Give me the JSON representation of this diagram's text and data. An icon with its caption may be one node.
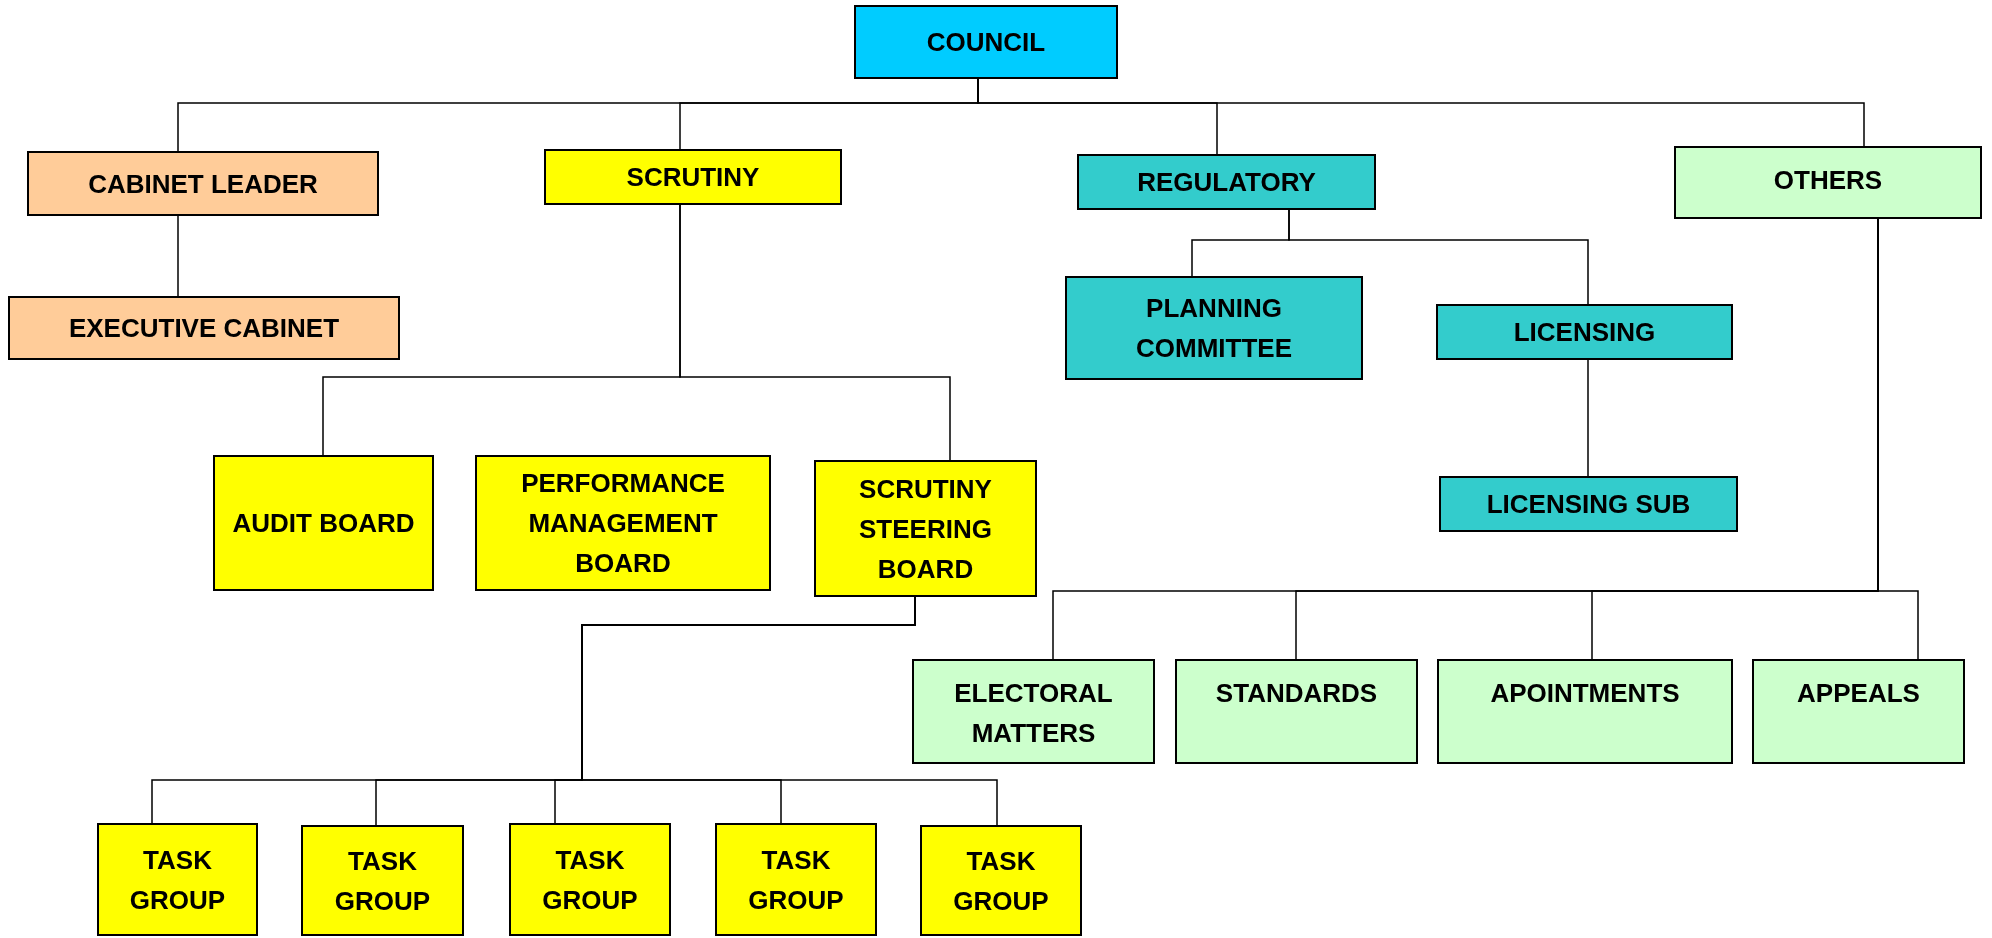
{
  "diagram": {
    "nodes": [
      {
        "text": [
          "COUNCIL"
        ]
      },
      {
        "text": [
          "CABINET LEADER"
        ]
      },
      {
        "text": [
          "EXECUTIVE CABINET"
        ]
      },
      {
        "text": [
          "SCRUTINY"
        ]
      },
      {
        "text": [
          "REGULATORY"
        ]
      },
      {
        "text": [
          "OTHERS"
        ]
      },
      {
        "text": [
          "PLANNING COMMITTEE"
        ]
      },
      {
        "text": [
          "LICENSING"
        ]
      },
      {
        "text": [
          "LICENSING SUB"
        ]
      },
      {
        "text": [
          "AUDIT BOARD"
        ]
      },
      {
        "text": [
          "PERFORMANCE MANAGEMENT BOARD"
        ]
      },
      {
        "text": [
          "SCRUTINY STEERING BOARD"
        ]
      },
      {
        "text": [
          "ELECTORAL MATTERS"
        ]
      },
      {
        "text": [
          "STANDARDS"
        ]
      },
      {
        "text": [
          "APOINTMENTS"
        ]
      },
      {
        "text": [
          "APPEALS"
        ]
      },
      {
        "text": [
          "TASK GROUP"
        ]
      },
      {
        "text": [
          "TASK GROUP"
        ]
      },
      {
        "text": [
          "TASK GROUP"
        ]
      },
      {
        "text": [
          "TASK GROUP"
        ]
      },
      {
        "text": [
          "TASK GROUP"
        ]
      }
    ],
    "edges": [
      {
        "from": 0,
        "to": 1,
        "arrow": "none"
      },
      {
        "from": 0,
        "to": 3,
        "arrow": "none"
      },
      {
        "from": 0,
        "to": 4,
        "arrow": "none"
      },
      {
        "from": 0,
        "to": 5,
        "arrow": "none"
      },
      {
        "from": 1,
        "to": 2,
        "arrow": "none"
      },
      {
        "from": 3,
        "to": 9,
        "arrow": "none"
      },
      {
        "from": 3,
        "to": 11,
        "arrow": "none"
      },
      {
        "from": 4,
        "to": 6,
        "arrow": "none"
      },
      {
        "from": 4,
        "to": 7,
        "arrow": "none"
      },
      {
        "from": 7,
        "to": 8,
        "arrow": "none"
      },
      {
        "from": 5,
        "to": 12,
        "arrow": "none"
      },
      {
        "from": 5,
        "to": 13,
        "arrow": "none"
      },
      {
        "from": 5,
        "to": 14,
        "arrow": "none"
      },
      {
        "from": 5,
        "to": 15,
        "arrow": "none"
      },
      {
        "from": 11,
        "to": 16,
        "arrow": "none"
      },
      {
        "from": 11,
        "to": 17,
        "arrow": "none"
      },
      {
        "from": 11,
        "to": 18,
        "arrow": "none"
      },
      {
        "from": 11,
        "to": 19,
        "arrow": "none"
      },
      {
        "from": 11,
        "to": 20,
        "arrow": "none"
      }
    ]
  }
}
